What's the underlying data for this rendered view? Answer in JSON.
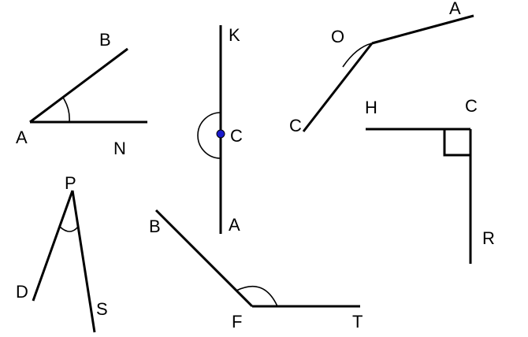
{
  "figures": {
    "angle_ban": {
      "labels": {
        "b": "B",
        "a": "A",
        "n": "N"
      }
    },
    "straight_kca": {
      "labels": {
        "k": "K",
        "c": "C",
        "a": "A"
      },
      "point_color": "#1a1acc"
    },
    "angle_aoc": {
      "labels": {
        "o": "O",
        "a": "A",
        "c": "C"
      }
    },
    "right_hcr": {
      "labels": {
        "h": "H",
        "c": "C",
        "r": "R"
      }
    },
    "angle_dps": {
      "labels": {
        "p": "P",
        "d": "D",
        "s": "S"
      }
    },
    "angle_bft": {
      "labels": {
        "b": "B",
        "f": "F",
        "t": "T"
      }
    }
  }
}
